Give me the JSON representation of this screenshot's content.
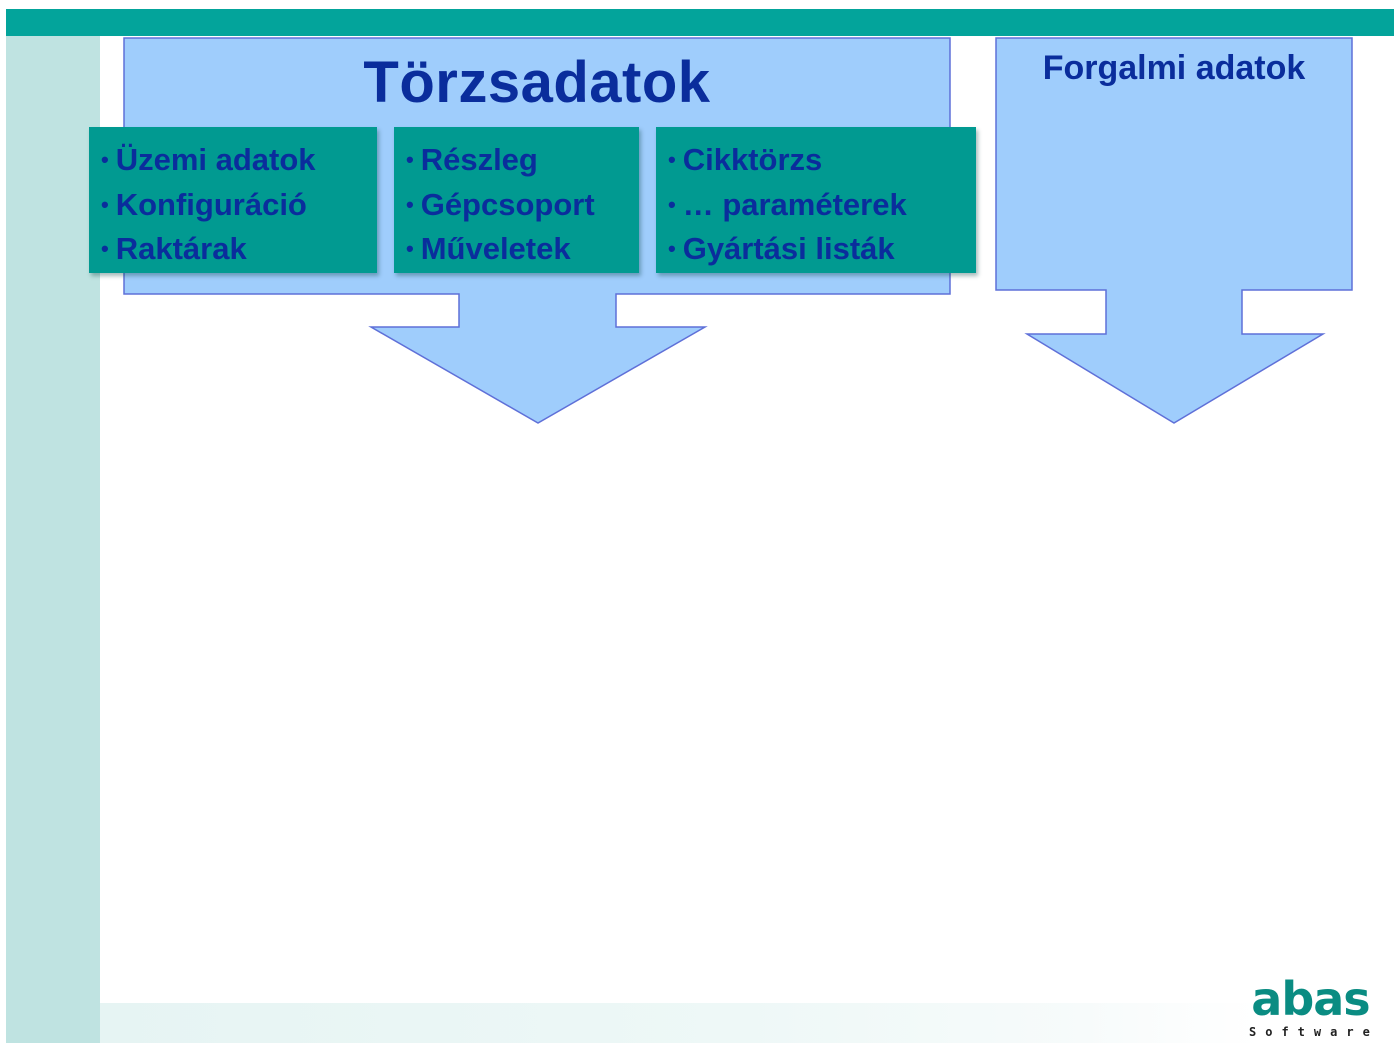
{
  "slide": {
    "colors": {
      "top_band": "#03a49b",
      "left_band": "#bfe3e1",
      "arrow_fill": "#9fcdfc",
      "arrow_stroke": "#5f70d8",
      "teal_box": "#019a91",
      "text_dark_blue": "#0a2d9c",
      "logo_teal": "#0a8c82"
    }
  },
  "master_data": {
    "title": "Törzsadatok",
    "groups": [
      {
        "items": [
          "Üzemi adatok",
          "Konfiguráció",
          "Raktárak"
        ]
      },
      {
        "items": [
          "Részleg",
          "Gépcsoport",
          "Műveletek"
        ]
      },
      {
        "items": [
          "Cikktörzs",
          "… paraméterek",
          "Gyártási listák"
        ]
      }
    ]
  },
  "transaction_data": {
    "title": "Forgalmi adatok"
  },
  "logo": {
    "name": "abas",
    "subtitle": "Software"
  }
}
